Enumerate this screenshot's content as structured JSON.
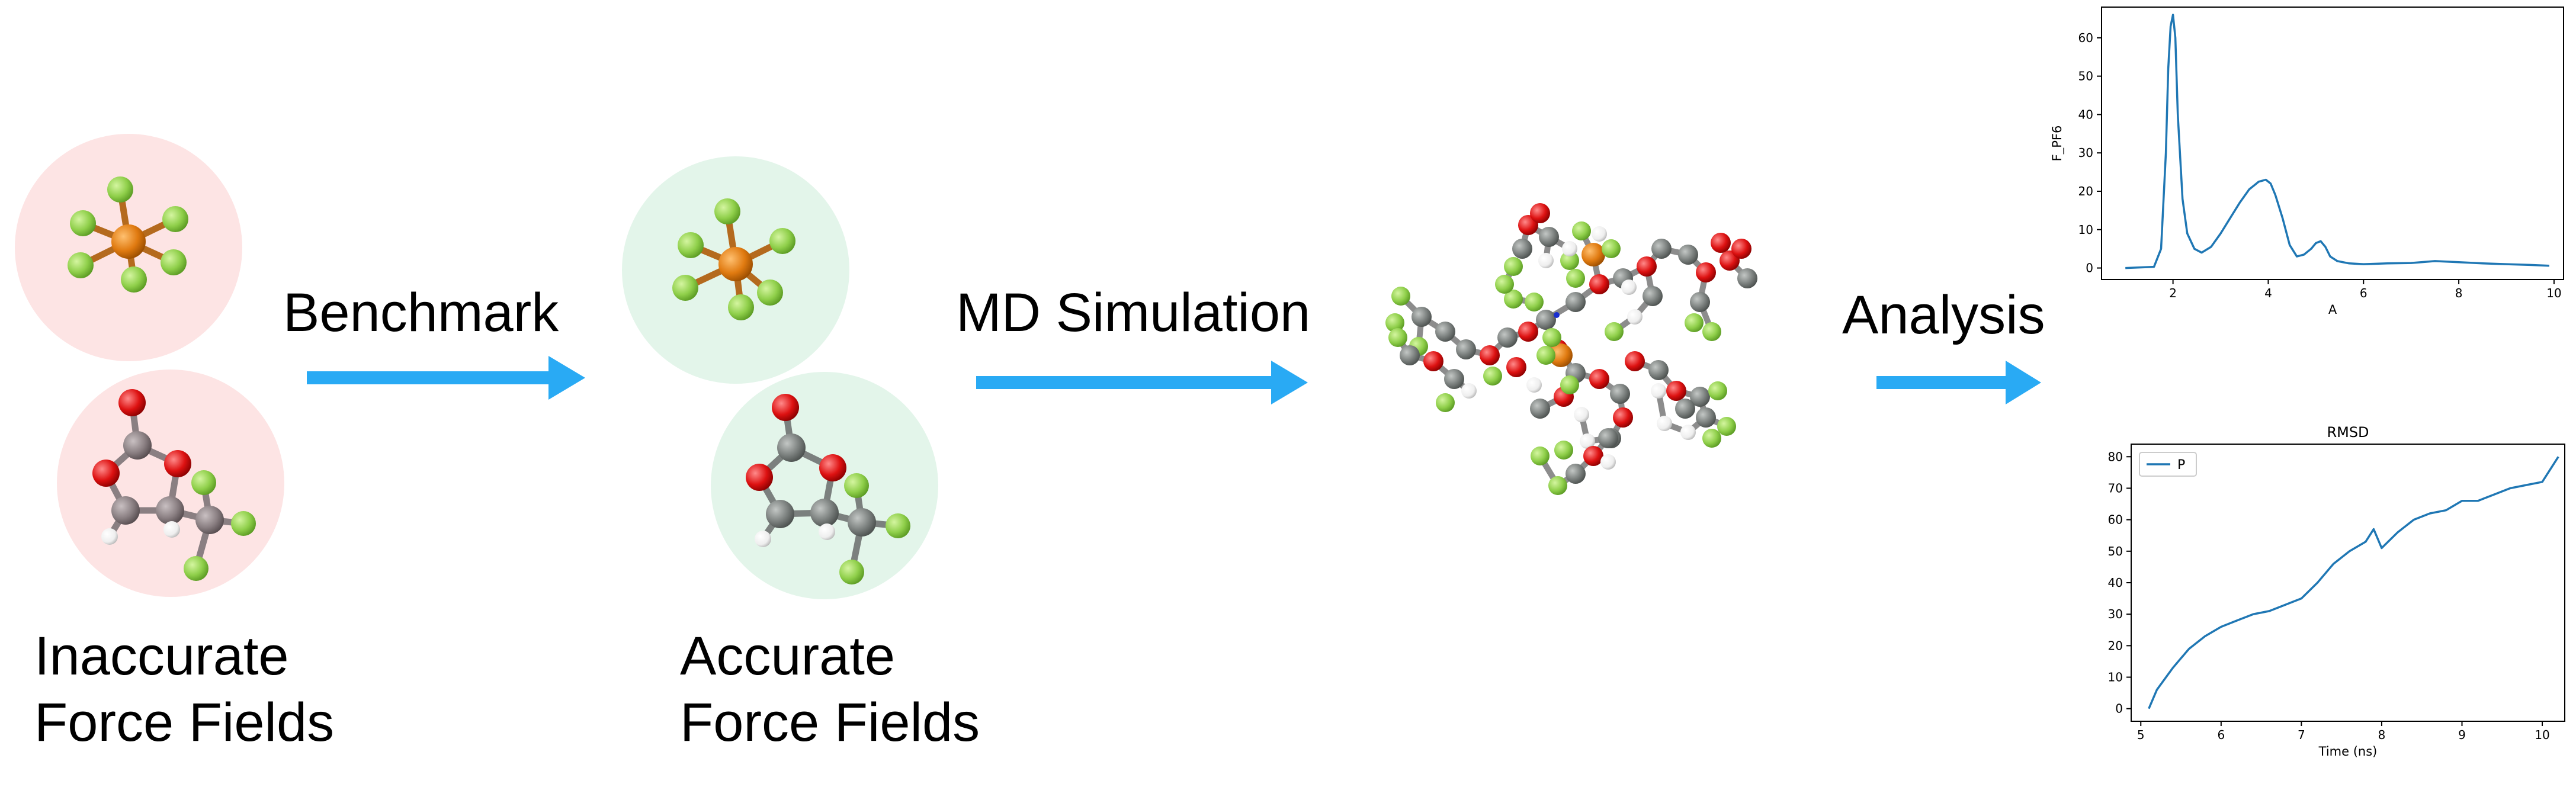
{
  "labels": {
    "inaccurate_line1": "Inaccurate",
    "inaccurate_line2": "Force Fields",
    "accurate_line1": "Accurate",
    "accurate_line2": "Force Fields",
    "step_benchmark": "Benchmark",
    "step_md": "MD Simulation",
    "step_analysis": "Analysis"
  },
  "colors": {
    "arrow": "#29aaf4",
    "inaccurate_bg": "#fde4e4",
    "accurate_bg": "#e3f5ea",
    "atom_P": "#e07a10",
    "atom_F": "#8fcf4a",
    "atom_O": "#dd1111",
    "atom_C_inaccurate": "#8a7f82",
    "atom_C_accurate": "#7b807e",
    "atom_H": "#f2f2f2",
    "line": "#1f77b4"
  },
  "chart_data": [
    {
      "type": "line",
      "title": "",
      "xlabel": "A",
      "ylabel": "F_PF6",
      "xlim": [
        0.5,
        10.2
      ],
      "ylim": [
        -3,
        68
      ],
      "xticks": [
        2,
        4,
        6,
        8,
        10
      ],
      "yticks": [
        0,
        10,
        20,
        30,
        40,
        50,
        60
      ],
      "series": [
        {
          "x": [
            1.0,
            1.6,
            1.75,
            1.85,
            1.9,
            1.95,
            2.0,
            2.05,
            2.1,
            2.2,
            2.3,
            2.45,
            2.6,
            2.8,
            3.0,
            3.2,
            3.4,
            3.6,
            3.8,
            3.95,
            4.05,
            4.15,
            4.3,
            4.45,
            4.6,
            4.75,
            4.9,
            5.0,
            5.1,
            5.2,
            5.3,
            5.45,
            5.7,
            6.0,
            6.5,
            7.0,
            7.5,
            8.0,
            8.5,
            9.0,
            9.5,
            9.9
          ],
          "y": [
            0,
            0.3,
            5,
            30,
            52,
            63,
            66,
            60,
            40,
            18,
            9,
            5,
            4,
            5.5,
            9,
            13,
            17,
            20.5,
            22.5,
            23,
            22,
            19,
            13,
            6,
            3,
            3.5,
            5,
            6.5,
            7,
            5.5,
            3,
            1.8,
            1.2,
            1,
            1.2,
            1.3,
            1.8,
            1.5,
            1.2,
            1.0,
            0.8,
            0.6
          ]
        }
      ]
    },
    {
      "type": "line",
      "title": "RMSD",
      "xlabel": "Time (ns)",
      "ylabel": "",
      "xlim": [
        4.88,
        10.28
      ],
      "ylim": [
        -4,
        84
      ],
      "xticks": [
        5,
        6,
        7,
        8,
        9,
        10
      ],
      "yticks": [
        0,
        10,
        20,
        30,
        40,
        50,
        60,
        70,
        80
      ],
      "series": [
        {
          "name": "P",
          "x": [
            5.1,
            5.2,
            5.4,
            5.6,
            5.8,
            6.0,
            6.2,
            6.4,
            6.6,
            6.8,
            7.0,
            7.2,
            7.4,
            7.6,
            7.8,
            7.9,
            8.0,
            8.2,
            8.4,
            8.6,
            8.8,
            9.0,
            9.2,
            9.4,
            9.6,
            9.8,
            10.0,
            10.2
          ],
          "y": [
            0,
            6,
            13,
            19,
            23,
            26,
            28,
            30,
            31,
            33,
            35,
            40,
            46,
            50,
            53,
            57,
            51,
            56,
            60,
            62,
            63,
            66,
            66,
            68,
            70,
            71,
            72,
            80
          ]
        }
      ]
    }
  ]
}
